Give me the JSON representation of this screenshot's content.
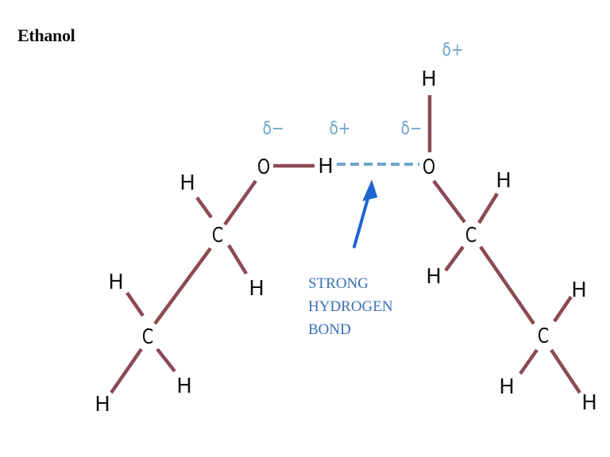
{
  "title": "Ethanol",
  "colors": {
    "bond": "#8b4a55",
    "hydrogen_bond": "#6fa6c8",
    "arrow": "#1f63d2",
    "charge": "#6fa6c8",
    "label": "#3a6fb5",
    "atom": "#111111"
  },
  "molecule_left": {
    "atoms": {
      "O": "O",
      "H_hydroxyl": "H",
      "C1": "C",
      "C1_H_top": "H",
      "C1_H_bottom": "H",
      "C2": "C",
      "C2_H_left": "H",
      "C2_H_right": "H",
      "C2_H_bottom": "H"
    },
    "charges": {
      "O": "δ−",
      "H_hydroxyl": "δ+"
    }
  },
  "molecule_right": {
    "atoms": {
      "O": "O",
      "H_hydroxyl": "H",
      "C1": "C",
      "C1_H_top": "H",
      "C1_H_left": "H",
      "C2": "C",
      "C2_H_top": "H",
      "C2_H_left": "H",
      "C2_H_bottom": "H"
    },
    "charges": {
      "O": "δ−",
      "H_hydroxyl": "δ+"
    }
  },
  "annotation": {
    "line1": "STRONG",
    "line2": "HYDROGEN",
    "line3": "BOND"
  }
}
